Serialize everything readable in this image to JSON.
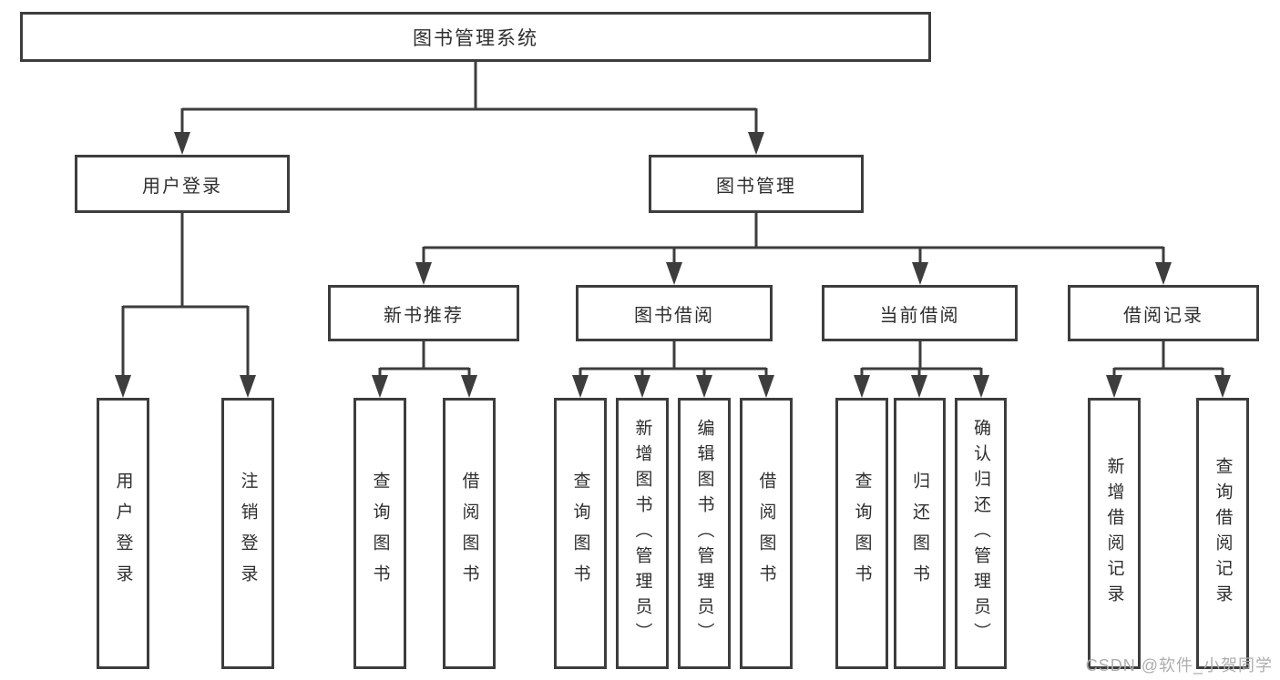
{
  "colors": {
    "line": "#3d3d3d",
    "box_border": "#3d3d3d",
    "text": "#2e2e2e",
    "watermark": "#adadad",
    "background": "#ffffff"
  },
  "diagram": {
    "root": {
      "label": "图书管理系统"
    },
    "branches": [
      {
        "label": "用户登录",
        "children": [
          {
            "label": "用户登录"
          },
          {
            "label": "注销登录"
          }
        ]
      },
      {
        "label": "图书管理",
        "children": [
          {
            "label": "新书推荐",
            "children": [
              {
                "label": "查询图书"
              },
              {
                "label": "借阅图书"
              }
            ]
          },
          {
            "label": "图书借阅",
            "children": [
              {
                "label": "查询图书"
              },
              {
                "label": "新增图书（管理员）"
              },
              {
                "label": "编辑图书（管理员）"
              },
              {
                "label": "借阅图书"
              }
            ]
          },
          {
            "label": "当前借阅",
            "children": [
              {
                "label": "查询图书"
              },
              {
                "label": "归还图书"
              },
              {
                "label": "确认归还（管理员）"
              }
            ]
          },
          {
            "label": "借阅记录",
            "children": [
              {
                "label": "新增借阅记录"
              },
              {
                "label": "查询借阅记录"
              }
            ]
          }
        ]
      }
    ]
  },
  "watermark": {
    "text": "CSDN @软件_小贺同学"
  }
}
